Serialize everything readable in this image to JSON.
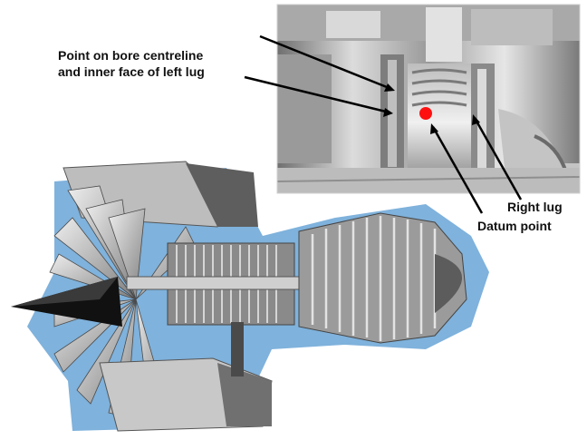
{
  "annotations": {
    "bore_line1": "Point on bore centreline",
    "bore_line2": "and inner face of left lug",
    "right_lug": "Right lug",
    "datum_point": "Datum point"
  },
  "colors": {
    "datum_marker": "#ff1010",
    "arrow": "#000000",
    "engine_outline": "#7fb2dc",
    "metal_light": "#d8d8d8",
    "metal_dark": "#5a5a5a"
  },
  "images": {
    "photo": "machined-lug-photo",
    "engine": "turbofan-cutaway-illustration"
  }
}
